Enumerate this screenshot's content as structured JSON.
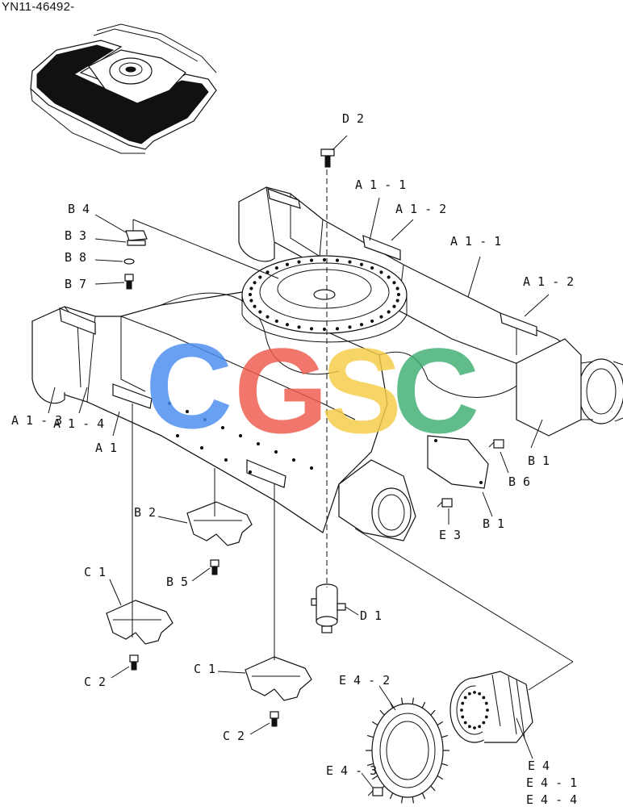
{
  "document": {
    "id": "YN11-46492-"
  },
  "watermark": {
    "letters": [
      {
        "char": "C",
        "color": "#4a8cf0"
      },
      {
        "char": "G",
        "color": "#ee5a4d"
      },
      {
        "char": "S",
        "color": "#f5cc45"
      },
      {
        "char": "C",
        "color": "#3fae74"
      }
    ]
  },
  "labels": {
    "d2": "D 2",
    "a1_1_top": "A 1 - 1",
    "a1_2_top": "A 1 - 2",
    "a1_1_right": "A 1 - 1",
    "a1_2_right": "A 1 - 2",
    "b4": "B 4",
    "b3": "B 3",
    "b8": "B 8",
    "b7": "B 7",
    "a1_3": "A 1 - 3",
    "a1_4": "A 1 - 4",
    "a1": "A 1",
    "b1_upper": "B 1",
    "b6": "B 6",
    "b1_lower": "B 1",
    "e3": "E 3",
    "b2": "B 2",
    "b5": "B 5",
    "c1_left": "C 1",
    "d1": "D 1",
    "c2_left": "C 2",
    "c1_mid": "C 1",
    "c2_mid": "C 2",
    "e4_2": "E 4 - 2",
    "e4_3": "E 4 - 3",
    "e4": "E 4",
    "e4_1": "E 4 - 1",
    "e4_4": "E 4 - 4"
  }
}
